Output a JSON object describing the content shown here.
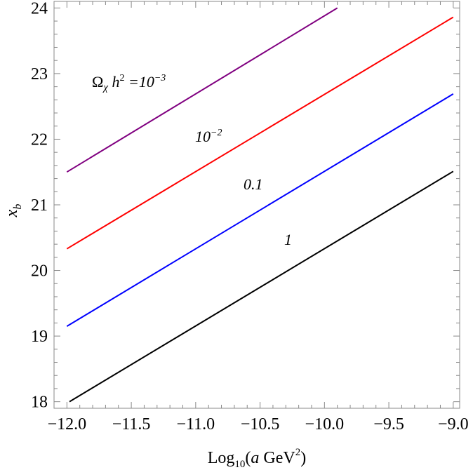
{
  "chart_data": {
    "type": "line",
    "xlabel_parts": [
      "Log",
      "10",
      "(a GeV",
      "2",
      ")"
    ],
    "ylabel_parts": [
      "x",
      "b"
    ],
    "xlim": [
      -12.1,
      -8.95
    ],
    "ylim": [
      17.9,
      24.1
    ],
    "xticks": [
      -12.0,
      -11.5,
      -11.0,
      -10.5,
      -10.0,
      -9.5,
      -9.0
    ],
    "xtick_labels": [
      "−12.0",
      "−11.5",
      "−11.0",
      "−10.5",
      "−10.0",
      "−9.5",
      "−9.0"
    ],
    "yticks": [
      18,
      19,
      20,
      21,
      22,
      23,
      24
    ],
    "ytick_labels": [
      "18",
      "19",
      "20",
      "21",
      "22",
      "23",
      "24"
    ],
    "grid": false,
    "series": [
      {
        "color": "#800080",
        "x": [
          -12.0,
          -9.9
        ],
        "y": [
          21.5,
          24.0
        ]
      },
      {
        "color": "#ff0000",
        "x": [
          -12.0,
          -9.0
        ],
        "y": [
          20.33,
          23.86
        ]
      },
      {
        "color": "#0000ff",
        "x": [
          -12.0,
          -9.0
        ],
        "y": [
          19.15,
          22.69
        ]
      },
      {
        "color": "#000000",
        "x": [
          -11.98,
          -9.0
        ],
        "y": [
          18.0,
          21.51
        ]
      }
    ],
    "annotations": {
      "omega": "Ω",
      "chi": "χ",
      "h": "h",
      "h_exp": "2",
      "eq": "=10",
      "eq_exp": "−3",
      "ten": "10",
      "ten_exp": "−2",
      "point_one": "0.1",
      "one": "1"
    }
  }
}
